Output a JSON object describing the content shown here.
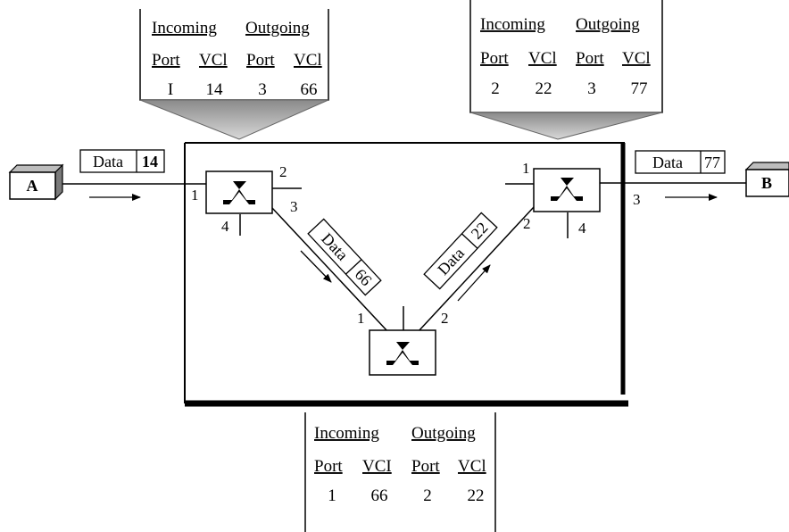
{
  "tables": {
    "switch1": {
      "headers": [
        "Incoming",
        "Outgoing"
      ],
      "columns": [
        "Port",
        "VCl",
        "Port",
        "VCl"
      ],
      "row": [
        "I",
        "14",
        "3",
        "66"
      ]
    },
    "switch2": {
      "headers": [
        "Incoming",
        "Outgoing"
      ],
      "columns": [
        "Port",
        "VCl",
        "Port",
        "VCl"
      ],
      "row": [
        "2",
        "22",
        "3",
        "77"
      ]
    },
    "switch3": {
      "headers": [
        "Incoming",
        "Outgoing"
      ],
      "columns": [
        "Port",
        "VCI",
        "Port",
        "VCl"
      ],
      "row": [
        "1",
        "66",
        "2",
        "22"
      ]
    }
  },
  "nodes": {
    "a": "A",
    "b": "B"
  },
  "frames": {
    "f1": {
      "data": "Data",
      "vci": "14"
    },
    "f2": {
      "data": "Data",
      "vci": "66"
    },
    "f3": {
      "data": "Data",
      "vci": "22"
    },
    "f4": {
      "data": "Data",
      "vci": "77"
    }
  },
  "ports": {
    "s1": {
      "p1": "1",
      "p2": "2",
      "p3": "3",
      "p4": "4"
    },
    "s2": {
      "p1": "1",
      "p2": "2",
      "p3": "3",
      "p4": "4"
    },
    "s3": {
      "p1": "1",
      "p2": "2"
    }
  }
}
